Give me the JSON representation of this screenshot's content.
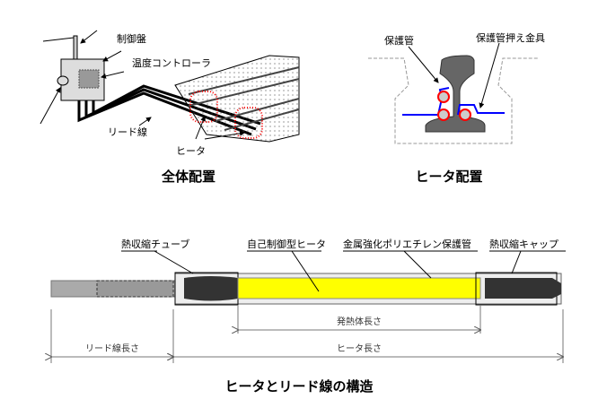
{
  "overall": {
    "title": "全体配置",
    "labels": {
      "control_panel": "制御盤",
      "temp_controller": "温度コントローラ",
      "lead_wire": "リード線",
      "heater": "ヒータ"
    }
  },
  "placement": {
    "title": "ヒータ配置",
    "labels": {
      "protective_tube": "保護管",
      "tube_clamp": "保護管押え金具"
    }
  },
  "structure": {
    "title": "ヒータとリード線の構造",
    "labels": {
      "heat_shrink_tube": "熱収縮チューブ",
      "self_regulating_heater": "自己制御型ヒータ",
      "protective_pipe": "金属強化ポリエチレン保護管",
      "heat_shrink_cap": "熱収縮キャップ"
    },
    "dimensions": {
      "heating_length": "発熱体長さ",
      "lead_length": "リード線長さ",
      "heater_length": "ヒータ長さ"
    }
  },
  "colors": {
    "heater": "#ffff00",
    "highlight": "#ff0000",
    "clamp": "#0000ff"
  }
}
